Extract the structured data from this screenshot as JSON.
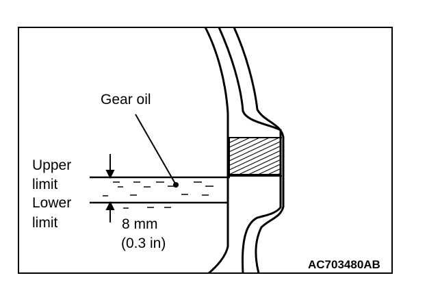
{
  "labels": {
    "gear_oil": "Gear oil",
    "upper_1": "Upper",
    "upper_2": "limit",
    "lower_1": "Lower",
    "lower_2": "limit",
    "dim_1": "8 mm",
    "dim_2": "(0.3 in)",
    "figure_code": "AC703480AB"
  },
  "colors": {
    "line": "#000000",
    "background": "#ffffff"
  }
}
